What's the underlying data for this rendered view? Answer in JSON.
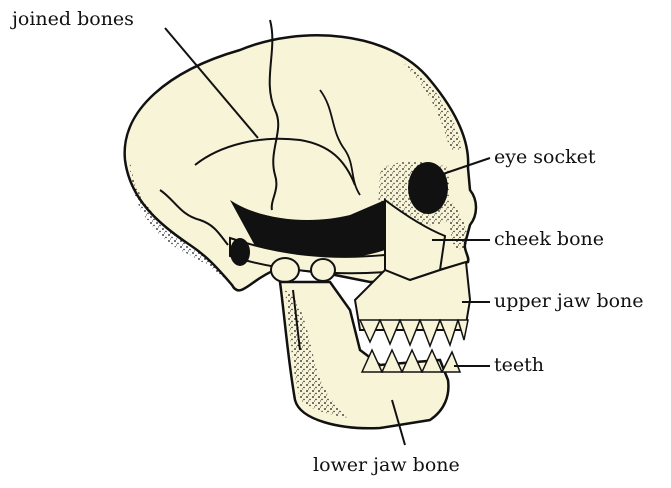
{
  "labels": {
    "joined_bones": "joined bones",
    "eye_socket": "eye socket",
    "cheek_bone": "cheek bone",
    "upper_jaw_bone": "upper jaw bone",
    "teeth": "teeth",
    "lower_jaw_bone": "lower jaw bone"
  },
  "colors": {
    "bone": "#f8f4d8",
    "ink": "#111111",
    "shadow": "#1a1a1a"
  }
}
